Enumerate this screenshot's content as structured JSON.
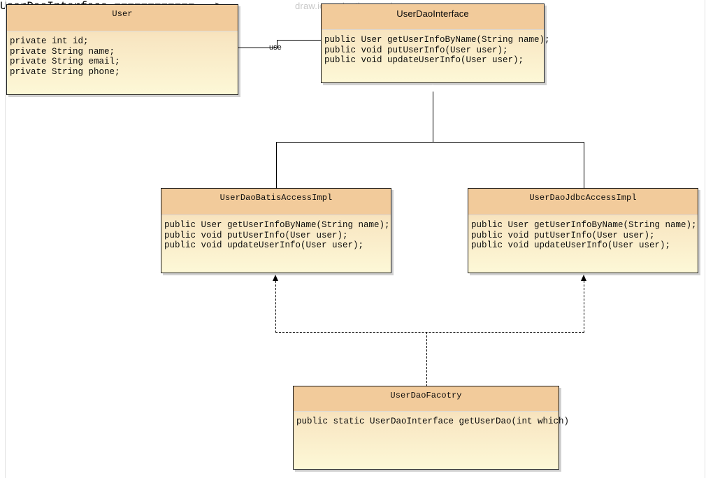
{
  "watermark": "draw.io evaluation version",
  "diagram": {
    "type": "uml-class-diagram",
    "classes": [
      {
        "id": "user",
        "name": "User",
        "title_font": "mono",
        "members": [
          "private int id;",
          "private String name;",
          "private String email;",
          "private String phone;"
        ]
      },
      {
        "id": "userdaointerface",
        "name": "UserDaoInterface",
        "title_font": "sans",
        "members": [
          "public User getUserInfoByName(String name);",
          "public void putUserInfo(User user);",
          "public void updateUserInfo(User user);"
        ]
      },
      {
        "id": "userdaobatisaccessimpl",
        "name": "UserDaoBatisAccessImpl",
        "title_font": "mono",
        "members": [
          "public User getUserInfoByName(String name);",
          "public void putUserInfo(User user);",
          "public void updateUserInfo(User user);"
        ]
      },
      {
        "id": "userdaojdbcaccessimpl",
        "name": "UserDaoJdbcAccessImpl",
        "title_font": "mono",
        "members": [
          "public User getUserInfoByName(String name);",
          "public void putUserInfo(User user);",
          "public void updateUserInfo(User user);"
        ]
      },
      {
        "id": "userdaofacotry",
        "name": "UserDaoFacotry",
        "title_font": "mono",
        "members": [
          "public static UserDaoInterface getUserDao(int which)"
        ]
      }
    ],
    "edges": [
      {
        "id": "use",
        "label": "use",
        "from": "user",
        "to": "userdaointerface",
        "style": "solid",
        "arrow": "none"
      },
      {
        "id": "batis-implements",
        "label": "",
        "from": "userdaobatisaccessimpl",
        "to": "userdaointerface",
        "style": "solid",
        "arrow": "hollow-triangle"
      },
      {
        "id": "jdbc-implements",
        "label": "",
        "from": "userdaojdbcaccessimpl",
        "to": "userdaointerface",
        "style": "solid",
        "arrow": "hollow-triangle"
      },
      {
        "id": "factory-to-batis",
        "label": "",
        "from": "userdaofacotry",
        "to": "userdaobatisaccessimpl",
        "style": "dashed",
        "arrow": "solid-triangle"
      },
      {
        "id": "factory-to-jdbc",
        "label": "",
        "from": "userdaofacotry",
        "to": "userdaojdbcaccessimpl",
        "style": "dashed",
        "arrow": "solid-triangle"
      }
    ]
  },
  "colors": {
    "header_fill": "#f2cb9b",
    "body_top": "#f3d2a4",
    "body_bottom": "#fdf8d7",
    "border": "#1a1a1a",
    "edge": "#000000",
    "watermark": "#c8c8c8",
    "canvas": "#ffffff"
  }
}
